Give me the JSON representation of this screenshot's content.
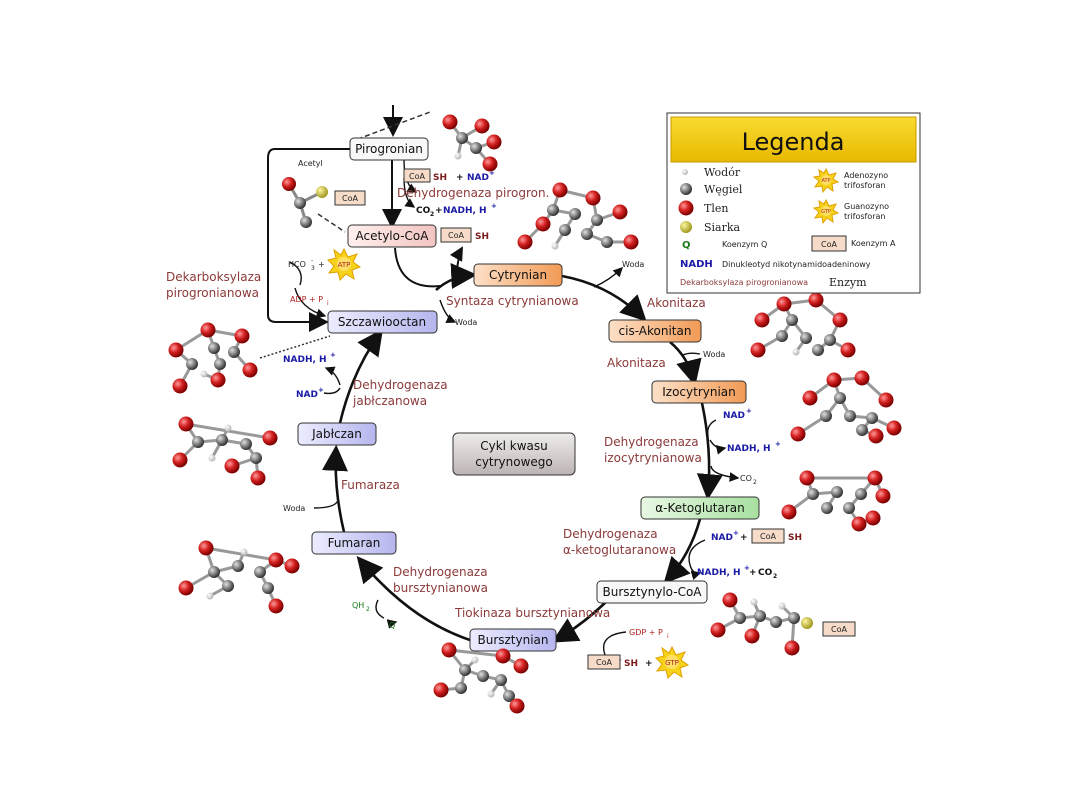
{
  "legend": {
    "title": "Legenda",
    "hydrogen": "Wodór",
    "carbon": "Węgiel",
    "oxygen": "Tlen",
    "sulfur": "Siarka",
    "atp": "Adenozyno trifosforan",
    "gtp": "Guanozyno trifosforan",
    "q_symbol": "Q",
    "q": "Koenzym Q",
    "coa_symbol": "CoA",
    "coa": "Koenzym A",
    "nadh_symbol": "NADH",
    "nadh": "Dinukleotyd nikotynamidoadeninowy",
    "enzyme_example": "Dekarboksylaza pirogronianowa",
    "enzyme": "Enzym"
  },
  "center": {
    "line1": "Cykl kwasu",
    "line2": "cytrynowego"
  },
  "metabolites": {
    "pyruvate": "Pirogronian",
    "acetyl_coa": "Acetylo-CoA",
    "citrate": "Cytrynian",
    "cis_aconitate": "cis-Akonitan",
    "isocitrate": "Izocytrynian",
    "ketoglutarate": "α-Ketoglutaran",
    "succinyl_coa": "Bursztynylo-CoA",
    "succinate": "Bursztynian",
    "fumarate": "Fumaran",
    "malate": "Jabłczan",
    "oxaloacetate": "Szczawiooctan"
  },
  "enzymes": {
    "pdh": "Dehydrogenaza pirogron.",
    "pc1": "Dekarboksylaza",
    "pc2": "pirogronianowa",
    "cs": "Syntaza cytrynianowa",
    "aco1": "Akonitaza",
    "aco2": "Akonitaza",
    "idh1": "Dehydrogenaza",
    "idh2": "izocytrynianowa",
    "kgdh1": "Dehydrogenaza",
    "kgdh2": "α-ketoglutaranowa",
    "scs": "Tiokinaza bursztynianowa",
    "sdh1": "Dehydrogenaza",
    "sdh2": "bursztynianowa",
    "fum": "Fumaraza",
    "mdh1": "Dehydrogenaza",
    "mdh2": "jabłczanowa"
  },
  "cofactors": {
    "acetyl": "Acetyl",
    "coa": "CoA",
    "sh": "SH",
    "plus": "+",
    "nad": "NAD",
    "nad_sup": "+",
    "co2": "CO",
    "co2_sub": "2",
    "nadh_h": "NADH, H",
    "h_sup": "+",
    "hco3": "HCO",
    "hco3_sub": "3",
    "hco3_sup": "-",
    "atp": "ATP",
    "gtp": "GTP",
    "adp_pi": "ADP + P",
    "gdp_pi": "GDP + P",
    "pi_sub": "i",
    "water": "Woda",
    "qh2": "QH",
    "qh2_sub": "2",
    "q": "Q"
  },
  "colors": {
    "oxygen": "#d42020",
    "carbon": "#8a8a8a",
    "hydrogen": "#d8d8d8",
    "sulfur": "#d8d04a",
    "enzyme_text": "#8b3a3a",
    "cofactor_blue": "#1a1aa6",
    "legend_title_bg": "#f6d21a"
  }
}
